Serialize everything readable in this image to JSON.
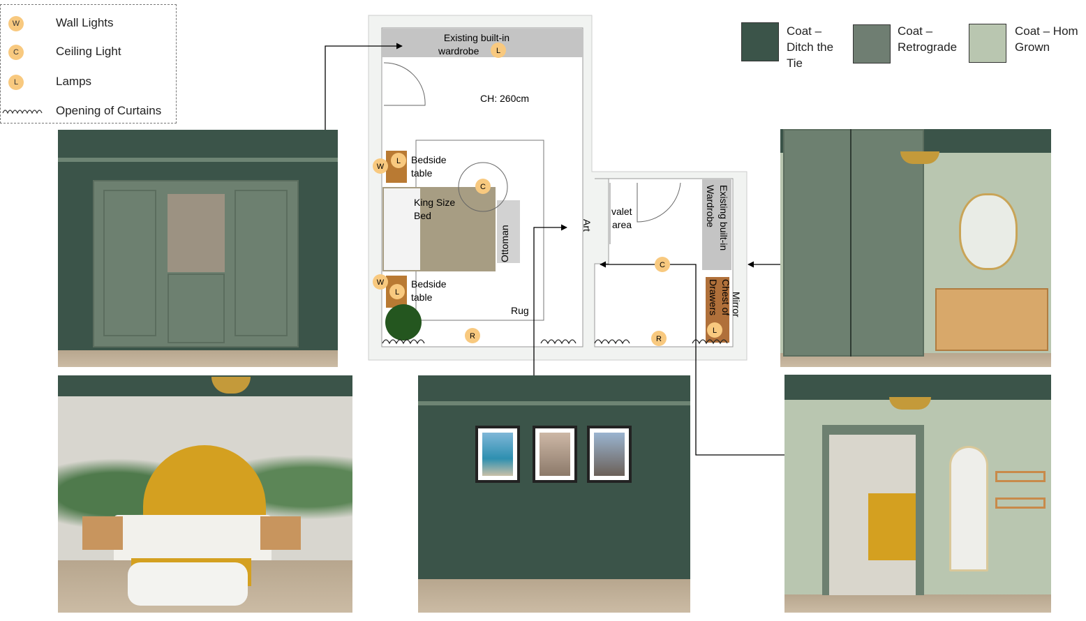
{
  "legend": {
    "items": [
      {
        "marker": "W",
        "label": "Wall Lights"
      },
      {
        "marker": "C",
        "label": "Ceiling Light"
      },
      {
        "marker": "L",
        "label": "Lamps"
      },
      {
        "marker": "curtain-wave-icon",
        "label": "Opening of Curtains"
      }
    ]
  },
  "swatches": [
    {
      "label": "Coat – Ditch the Tie",
      "color": "#3b5449"
    },
    {
      "label": "Coat – Retrograde",
      "color": "#6f7e72"
    },
    {
      "label": "Coat – Hom Grown",
      "color": "#b9c6b0"
    }
  ],
  "floorplan": {
    "wardrobe_top": [
      "Existing built-in",
      "wardrobe"
    ],
    "ceiling_height": "CH: 260cm",
    "bedside_top": [
      "Bedside",
      "table"
    ],
    "bedside_bottom": [
      "Bedside",
      "table"
    ],
    "bed": [
      "King Size",
      "Bed"
    ],
    "ottoman": "Ottoman",
    "rug": "Rug",
    "art": "Art",
    "valet": [
      "valet",
      "area"
    ],
    "wardrobe_right": [
      "Existing built-in",
      "Wardrobe"
    ],
    "chest": [
      "Chest of",
      "Drawers"
    ],
    "mirror": "Mirror",
    "markers": {
      "w": "W",
      "l": "L",
      "c": "C",
      "r": "R"
    }
  }
}
